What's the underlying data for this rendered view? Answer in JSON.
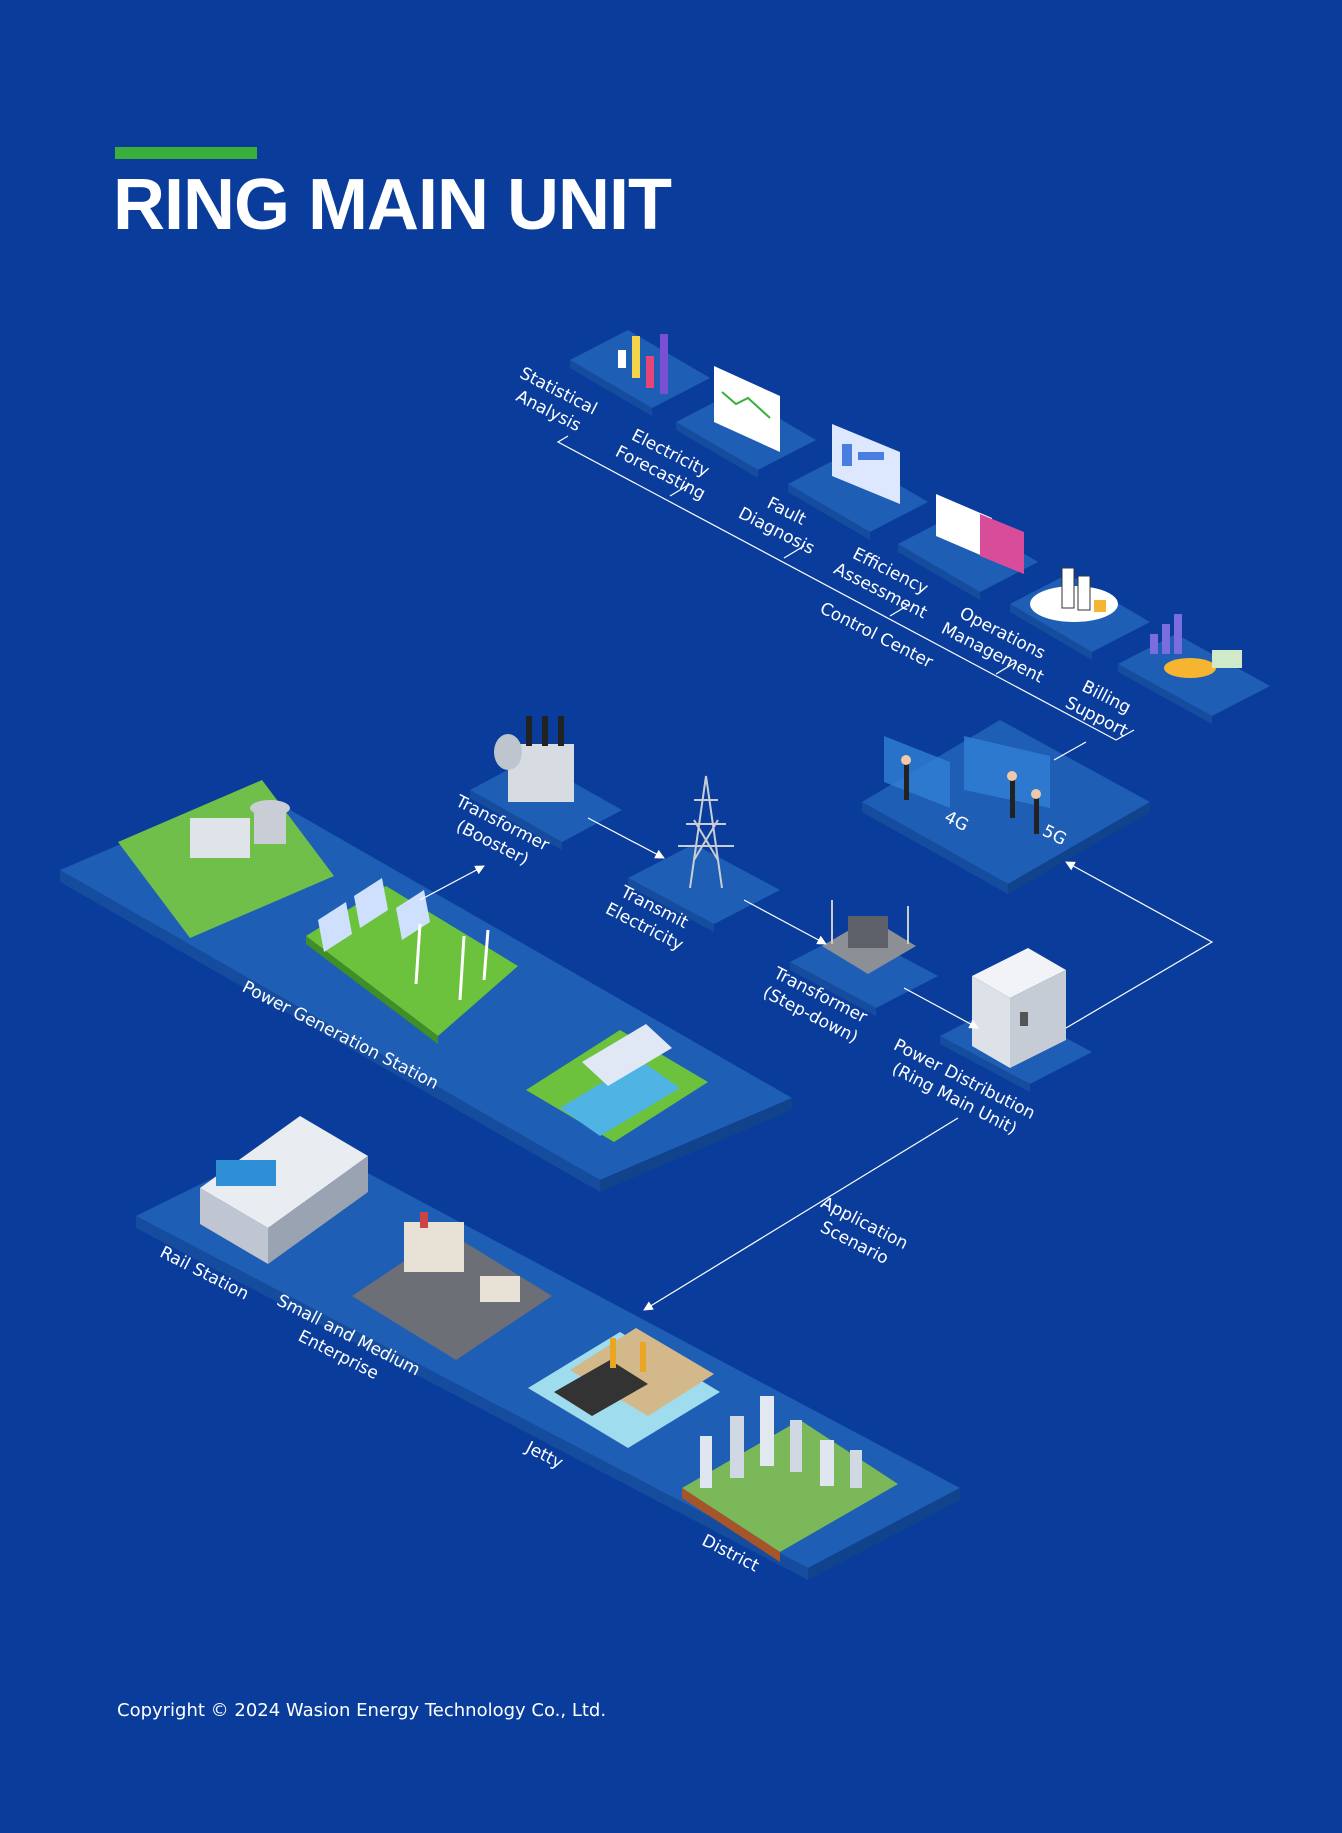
{
  "header": {
    "title": "RING MAIN UNIT"
  },
  "colors": {
    "background": "#0a3d9b",
    "accent": "#3aaf3c",
    "platform": "#1e5eb5",
    "platform_edge": "#154c9e"
  },
  "labels": {
    "statistical_analysis": [
      "Statistical",
      "Analysis"
    ],
    "electricity_forecasting": [
      "Electricity",
      "Forecasting"
    ],
    "fault_diagnosis": [
      "Fault",
      "Diagnosis"
    ],
    "efficiency_assessment": [
      "Efficiency",
      "Assessment"
    ],
    "operations_management": [
      "Operations",
      "Management"
    ],
    "billing_support": [
      "Billing",
      "Support"
    ],
    "control_center": [
      "Control Center"
    ],
    "network_4g": [
      "4G"
    ],
    "network_5g": [
      "5G"
    ],
    "transformer_booster": [
      "Transformer",
      "(Booster)"
    ],
    "transmit_electricity": [
      "Transmit",
      "Electricity"
    ],
    "transformer_stepdown": [
      "Transformer",
      "(Step-down)"
    ],
    "power_distribution": [
      "Power Distribution",
      "(Ring Main Unit)"
    ],
    "power_generation_station": [
      "Power Generation Station"
    ],
    "application_scenario": [
      "Application",
      "Scenario"
    ],
    "rail_station": [
      "Rail Station"
    ],
    "sme": [
      "Small and Medium",
      "Enterprise"
    ],
    "jetty": [
      "Jetty"
    ],
    "district": [
      "District"
    ]
  },
  "footer": {
    "copyright": "Copyright © 2024 Wasion Energy Technology Co., Ltd."
  }
}
